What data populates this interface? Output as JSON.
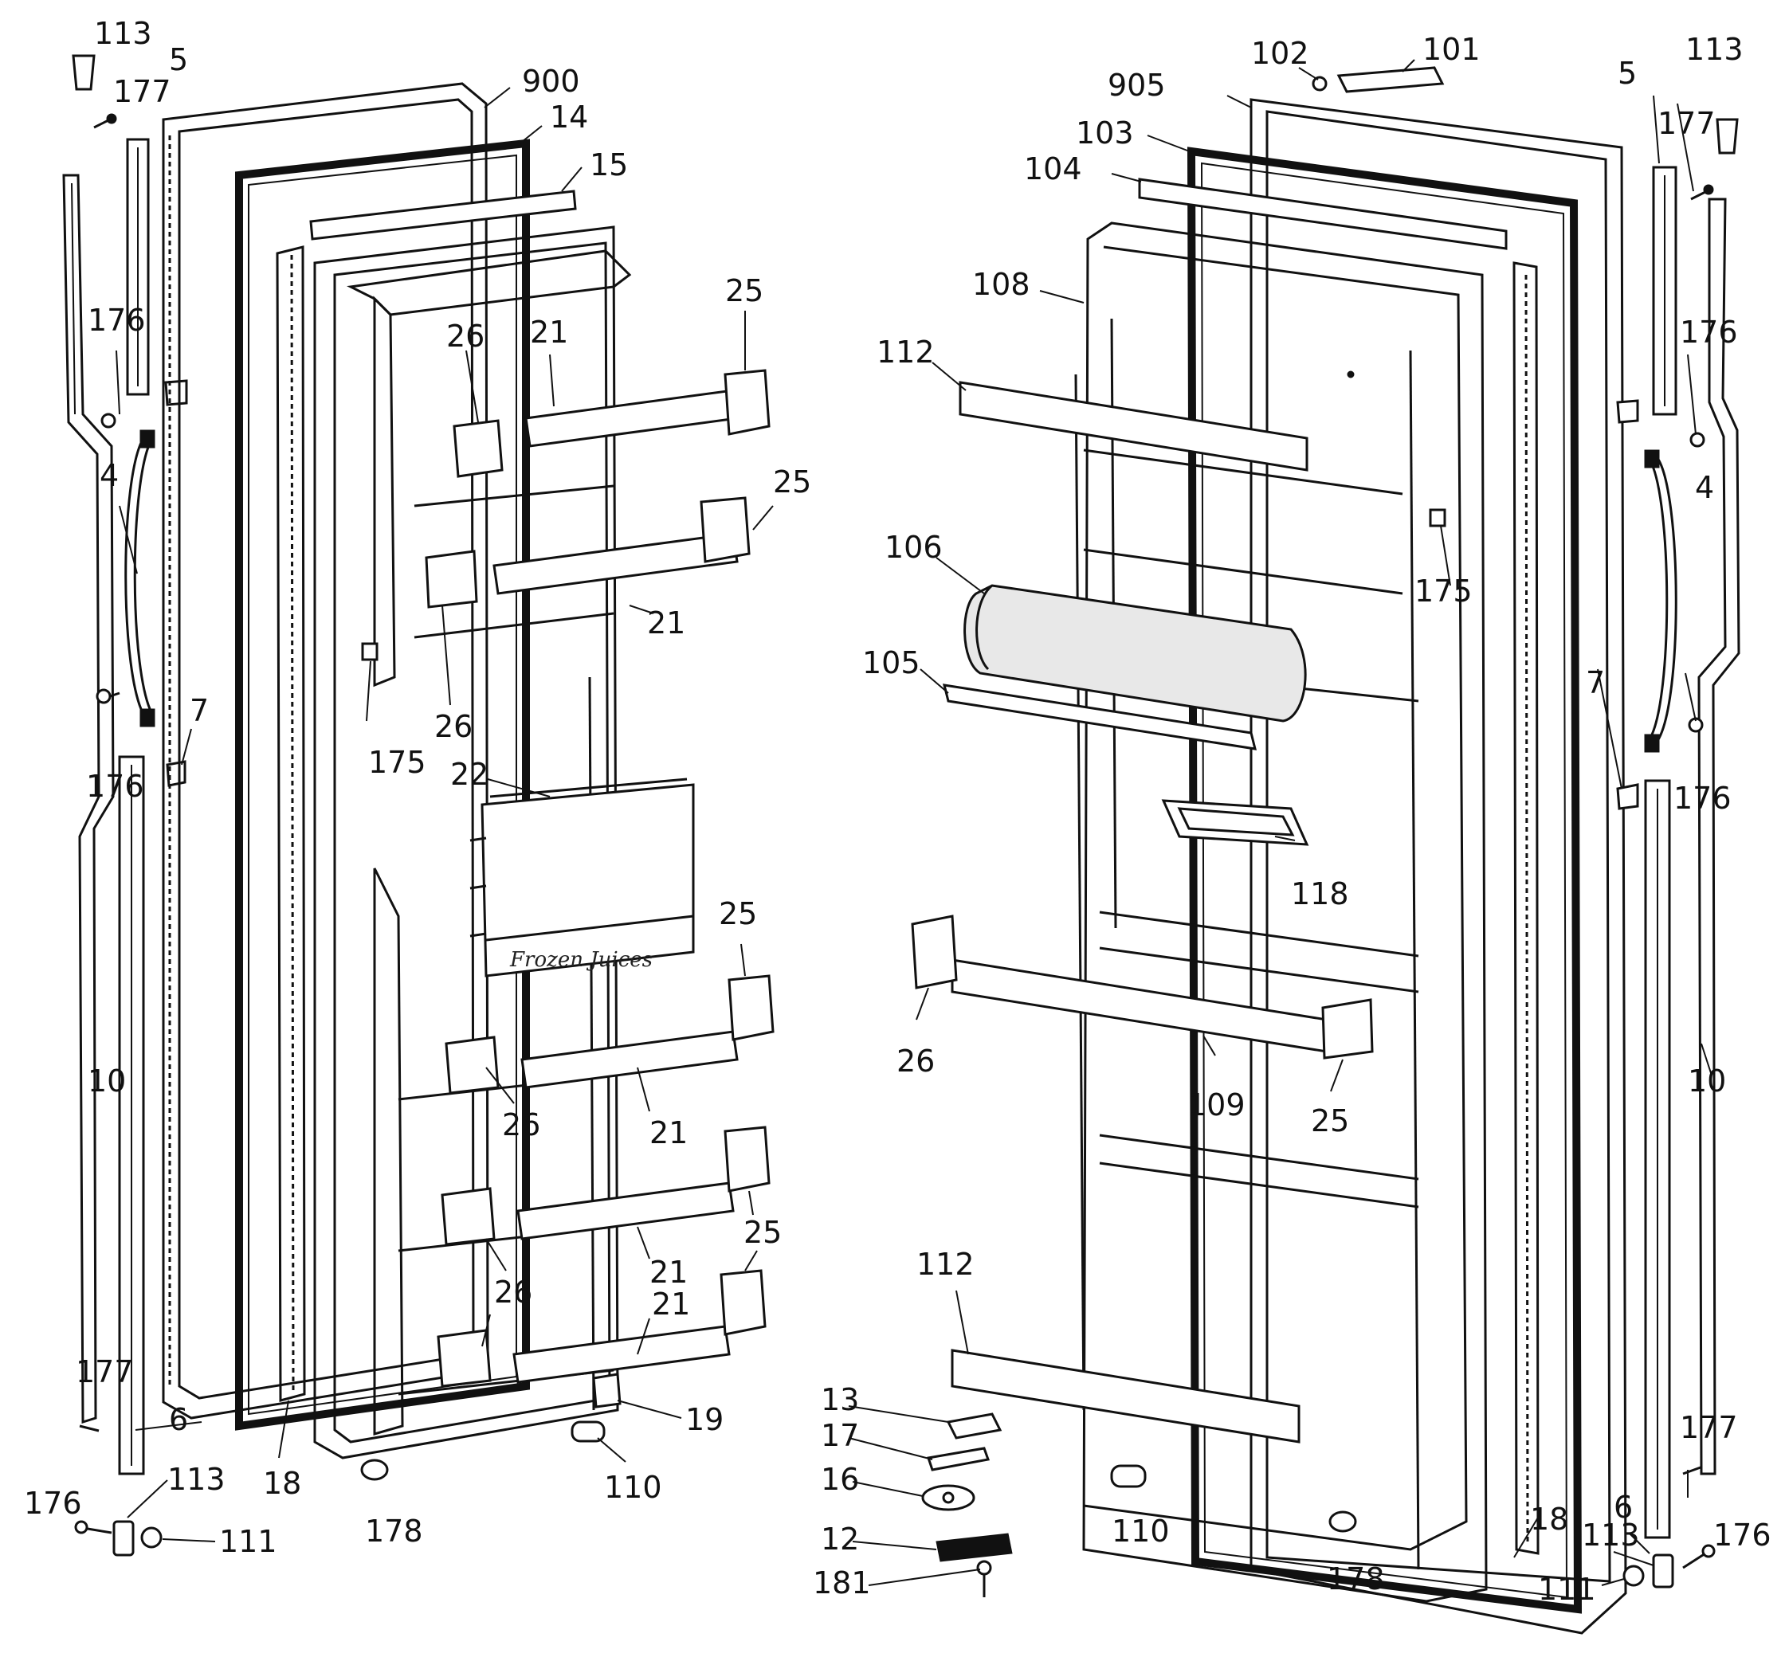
{
  "colors": {
    "ink": "#111111",
    "paper": "#ffffff"
  },
  "shelf_label": "Frozen Juices",
  "callouts": [
    {
      "id": "l113",
      "text": "113"
    },
    {
      "id": "l177",
      "text": "177"
    },
    {
      "id": "l5",
      "text": "5"
    },
    {
      "id": "l900",
      "text": "900"
    },
    {
      "id": "l14",
      "text": "14"
    },
    {
      "id": "l15",
      "text": "15"
    },
    {
      "id": "l176a",
      "text": "176"
    },
    {
      "id": "l4",
      "text": "4"
    },
    {
      "id": "l26a",
      "text": "26"
    },
    {
      "id": "l21a",
      "text": "21"
    },
    {
      "id": "l25a",
      "text": "25"
    },
    {
      "id": "l25b",
      "text": "25"
    },
    {
      "id": "l21b",
      "text": "21"
    },
    {
      "id": "l26b",
      "text": "26"
    },
    {
      "id": "l7",
      "text": "7"
    },
    {
      "id": "l176b",
      "text": "176"
    },
    {
      "id": "l175",
      "text": "175"
    },
    {
      "id": "l22",
      "text": "22"
    },
    {
      "id": "l25c",
      "text": "25"
    },
    {
      "id": "l10",
      "text": "10"
    },
    {
      "id": "l21c",
      "text": "21"
    },
    {
      "id": "l26c",
      "text": "26"
    },
    {
      "id": "l25d",
      "text": "25"
    },
    {
      "id": "l21d",
      "text": "21"
    },
    {
      "id": "l26d",
      "text": "26"
    },
    {
      "id": "l21e",
      "text": "21"
    },
    {
      "id": "l177b",
      "text": "177"
    },
    {
      "id": "l6",
      "text": "6"
    },
    {
      "id": "l19",
      "text": "19"
    },
    {
      "id": "l113b",
      "text": "113"
    },
    {
      "id": "l176c",
      "text": "176"
    },
    {
      "id": "l111",
      "text": "111"
    },
    {
      "id": "l18",
      "text": "18"
    },
    {
      "id": "l178",
      "text": "178"
    },
    {
      "id": "l110",
      "text": "110"
    },
    {
      "id": "r102",
      "text": "102"
    },
    {
      "id": "r101",
      "text": "101"
    },
    {
      "id": "r905",
      "text": "905"
    },
    {
      "id": "r103",
      "text": "103"
    },
    {
      "id": "r104",
      "text": "104"
    },
    {
      "id": "r5",
      "text": "5"
    },
    {
      "id": "r113",
      "text": "113"
    },
    {
      "id": "r177",
      "text": "177"
    },
    {
      "id": "r108",
      "text": "108"
    },
    {
      "id": "r112a",
      "text": "112"
    },
    {
      "id": "r176a",
      "text": "176"
    },
    {
      "id": "r4",
      "text": "4"
    },
    {
      "id": "r106",
      "text": "106"
    },
    {
      "id": "r175",
      "text": "175"
    },
    {
      "id": "r105",
      "text": "105"
    },
    {
      "id": "r7",
      "text": "7"
    },
    {
      "id": "r176b",
      "text": "176"
    },
    {
      "id": "r118",
      "text": "118"
    },
    {
      "id": "r26",
      "text": "26"
    },
    {
      "id": "r109",
      "text": "109"
    },
    {
      "id": "r25",
      "text": "25"
    },
    {
      "id": "r10",
      "text": "10"
    },
    {
      "id": "r112b",
      "text": "112"
    },
    {
      "id": "r13",
      "text": "13"
    },
    {
      "id": "r17",
      "text": "17"
    },
    {
      "id": "r16",
      "text": "16"
    },
    {
      "id": "r12",
      "text": "12"
    },
    {
      "id": "r181",
      "text": "181"
    },
    {
      "id": "r110",
      "text": "110"
    },
    {
      "id": "r178",
      "text": "178"
    },
    {
      "id": "r18",
      "text": "18"
    },
    {
      "id": "r177b",
      "text": "177"
    },
    {
      "id": "r6",
      "text": "6"
    },
    {
      "id": "r113b",
      "text": "113"
    },
    {
      "id": "r176c",
      "text": "176"
    },
    {
      "id": "r111",
      "text": "111"
    }
  ]
}
